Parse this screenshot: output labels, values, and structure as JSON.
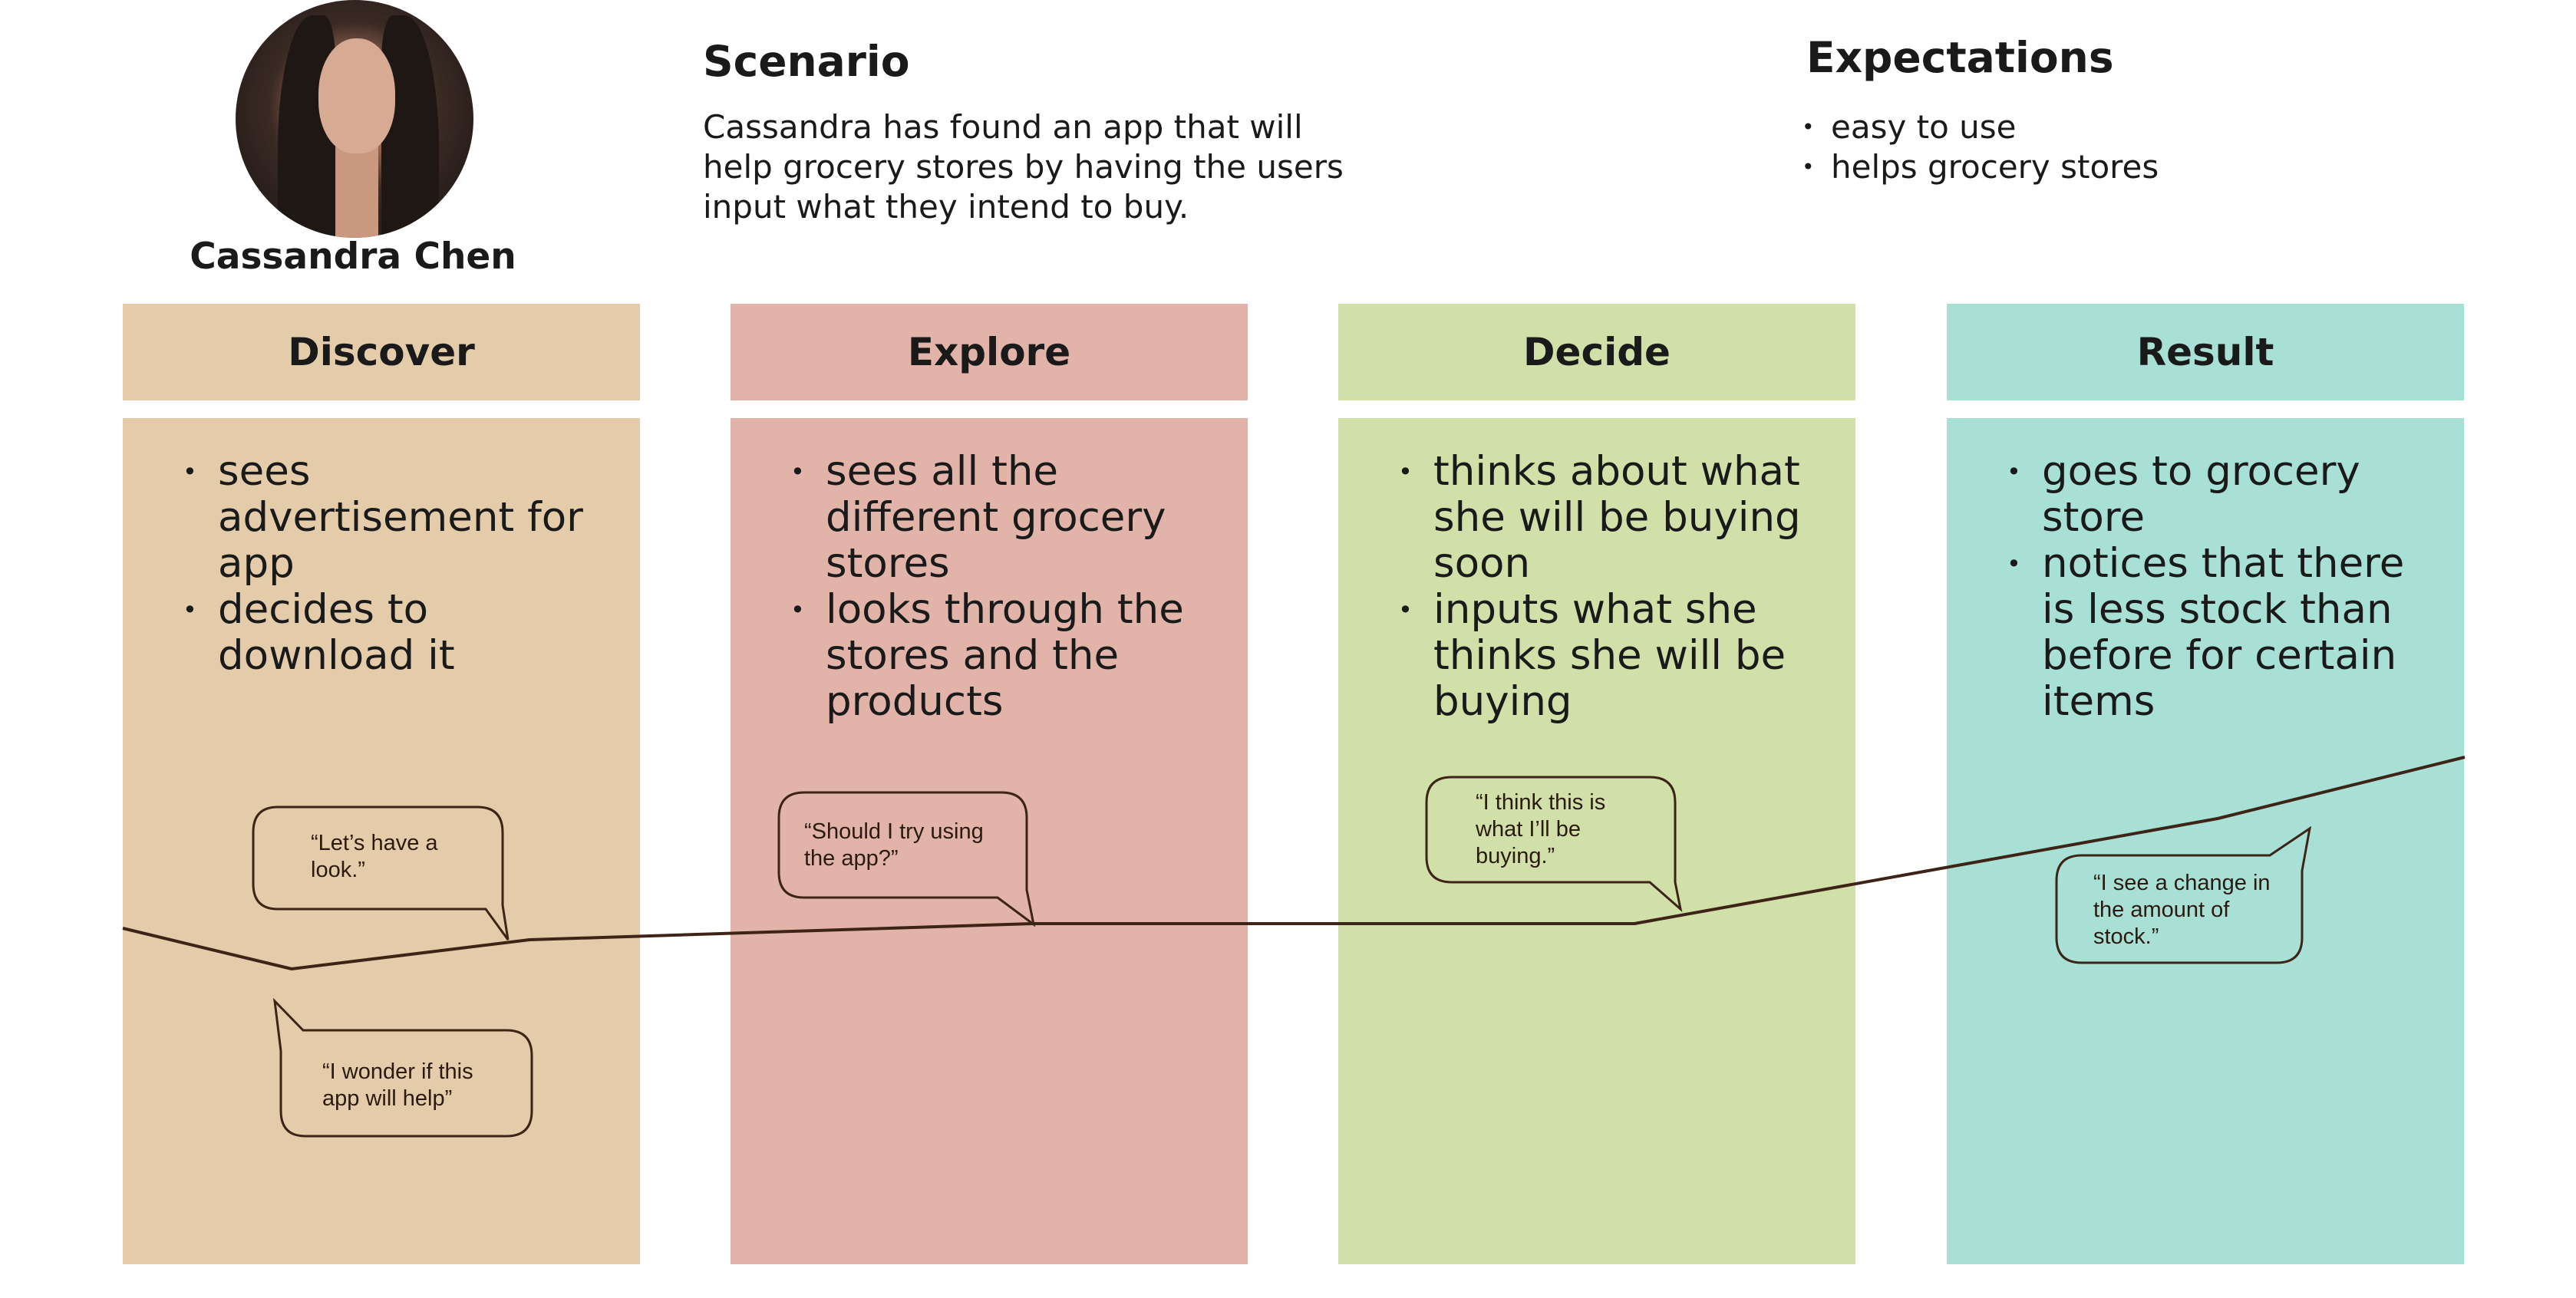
{
  "persona": {
    "name": "Cassandra Chen",
    "photo": "portrait-photo"
  },
  "scenario": {
    "title": "Scenario",
    "text": "Cassandra has found an app that will help grocery stores by having the users input what they intend to buy."
  },
  "expectations": {
    "title": "Expectations",
    "items": [
      "easy to use",
      "helps grocery stores"
    ]
  },
  "stages": [
    {
      "title": "Discover",
      "color": "#e4ccaa",
      "items": [
        "sees advertisement for app",
        "decides to download it"
      ]
    },
    {
      "title": "Explore",
      "color": "#e2b4a9",
      "items": [
        "sees all the different grocery stores",
        "looks through the stores and the products"
      ]
    },
    {
      "title": "Decide",
      "color": "#d0e0a8",
      "items": [
        "thinks about what she will be buying soon",
        "inputs what she thinks she will be buying"
      ]
    },
    {
      "title": "Result",
      "color": "#a8e0d6",
      "items": [
        "goes to grocery store",
        "notices that there is less stock than before for certain items"
      ]
    }
  ],
  "quotes": [
    "“Let’s have a look.”",
    "“I wonder if this app will help”",
    "“Should I try using the app?”",
    "“I think this is what I’ll be buying.”",
    "“I see a change in the amount of stock.”"
  ],
  "colors": {
    "line": "#3d2417",
    "bubble_stroke": "#3d2417"
  }
}
